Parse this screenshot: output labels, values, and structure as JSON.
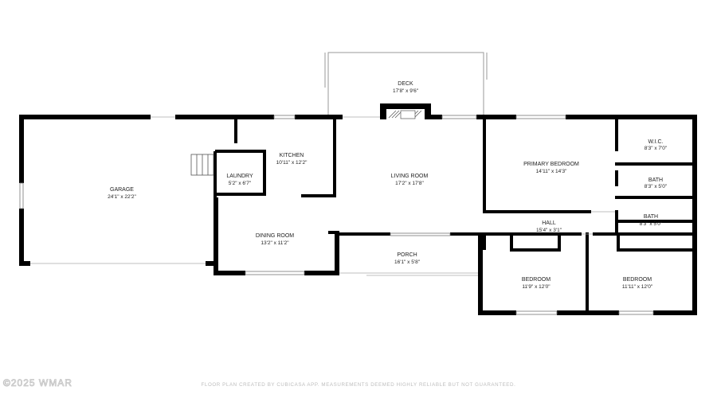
{
  "rooms": {
    "deck": {
      "name": "DECK",
      "dim": "17'8\" x 9'6\""
    },
    "garage": {
      "name": "GARAGE",
      "dim": "24'1\" x 22'2\""
    },
    "kitchen": {
      "name": "KITCHEN",
      "dim": "10'11\" x 12'2\""
    },
    "laundry": {
      "name": "LAUNDRY",
      "dim": "5'2\" x 6'7\""
    },
    "living": {
      "name": "LIVING ROOM",
      "dim": "17'2\" x 17'8\""
    },
    "primary_bedroom": {
      "name": "PRIMARY BEDROOM",
      "dim": "14'11\" x 14'3\""
    },
    "wic": {
      "name": "W.I.C.",
      "dim": "8'3\" x 7'0\""
    },
    "bath1": {
      "name": "BATH",
      "dim": "8'3\" x 5'0\""
    },
    "bath2": {
      "name": "BATH",
      "dim": "8'3\" x 5'0\""
    },
    "hall": {
      "name": "HALL",
      "dim": "15'4\" x 3'1\""
    },
    "dining": {
      "name": "DINING ROOM",
      "dim": "13'2\" x 11'2\""
    },
    "porch": {
      "name": "PORCH",
      "dim": "16'1\" x 5'8\""
    },
    "bedroom1": {
      "name": "BEDROOM",
      "dim": "11'9\" x 12'0\""
    },
    "bedroom2": {
      "name": "BEDROOM",
      "dim": "11'11\" x 12'0\""
    }
  },
  "footer": {
    "watermark": "©2025 WMAR",
    "disclaimer": "FLOOR PLAN CREATED BY CUBICASA APP. MEASUREMENTS DEEMED HIGHLY RELIABLE BUT NOT GUARANTEED."
  }
}
